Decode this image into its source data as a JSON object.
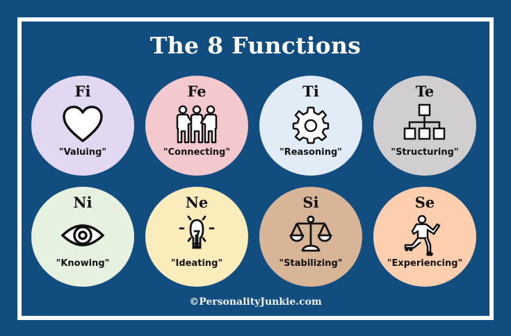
{
  "title": "The 8 Functions",
  "functions": [
    {
      "abbr": "Fi",
      "label": "\"Valuing\"",
      "icon": "heart-icon",
      "color": "#e3d8f1"
    },
    {
      "abbr": "Fe",
      "label": "\"Connecting\"",
      "icon": "people-icon",
      "color": "#f3c9ce"
    },
    {
      "abbr": "Ti",
      "label": "\"Reasoning\"",
      "icon": "gear-icon",
      "color": "#e1ecf7"
    },
    {
      "abbr": "Te",
      "label": "\"Structuring\"",
      "icon": "hierarchy-icon",
      "color": "#d0cece"
    },
    {
      "abbr": "Ni",
      "label": "\"Knowing\"",
      "icon": "eye-icon",
      "color": "#e7f1df"
    },
    {
      "abbr": "Ne",
      "label": "\"Ideating\"",
      "icon": "lightbulb-icon",
      "color": "#fbecbc"
    },
    {
      "abbr": "Si",
      "label": "\"Stabilizing\"",
      "icon": "scales-icon",
      "color": "#d8b597"
    },
    {
      "abbr": "Se",
      "label": "\"Experiencing\"",
      "icon": "skater-icon",
      "color": "#fdcfae"
    }
  ],
  "footer": "©PersonalityJunkie.com",
  "colors": {
    "background": "#124d80",
    "frame": "#ffffff"
  }
}
